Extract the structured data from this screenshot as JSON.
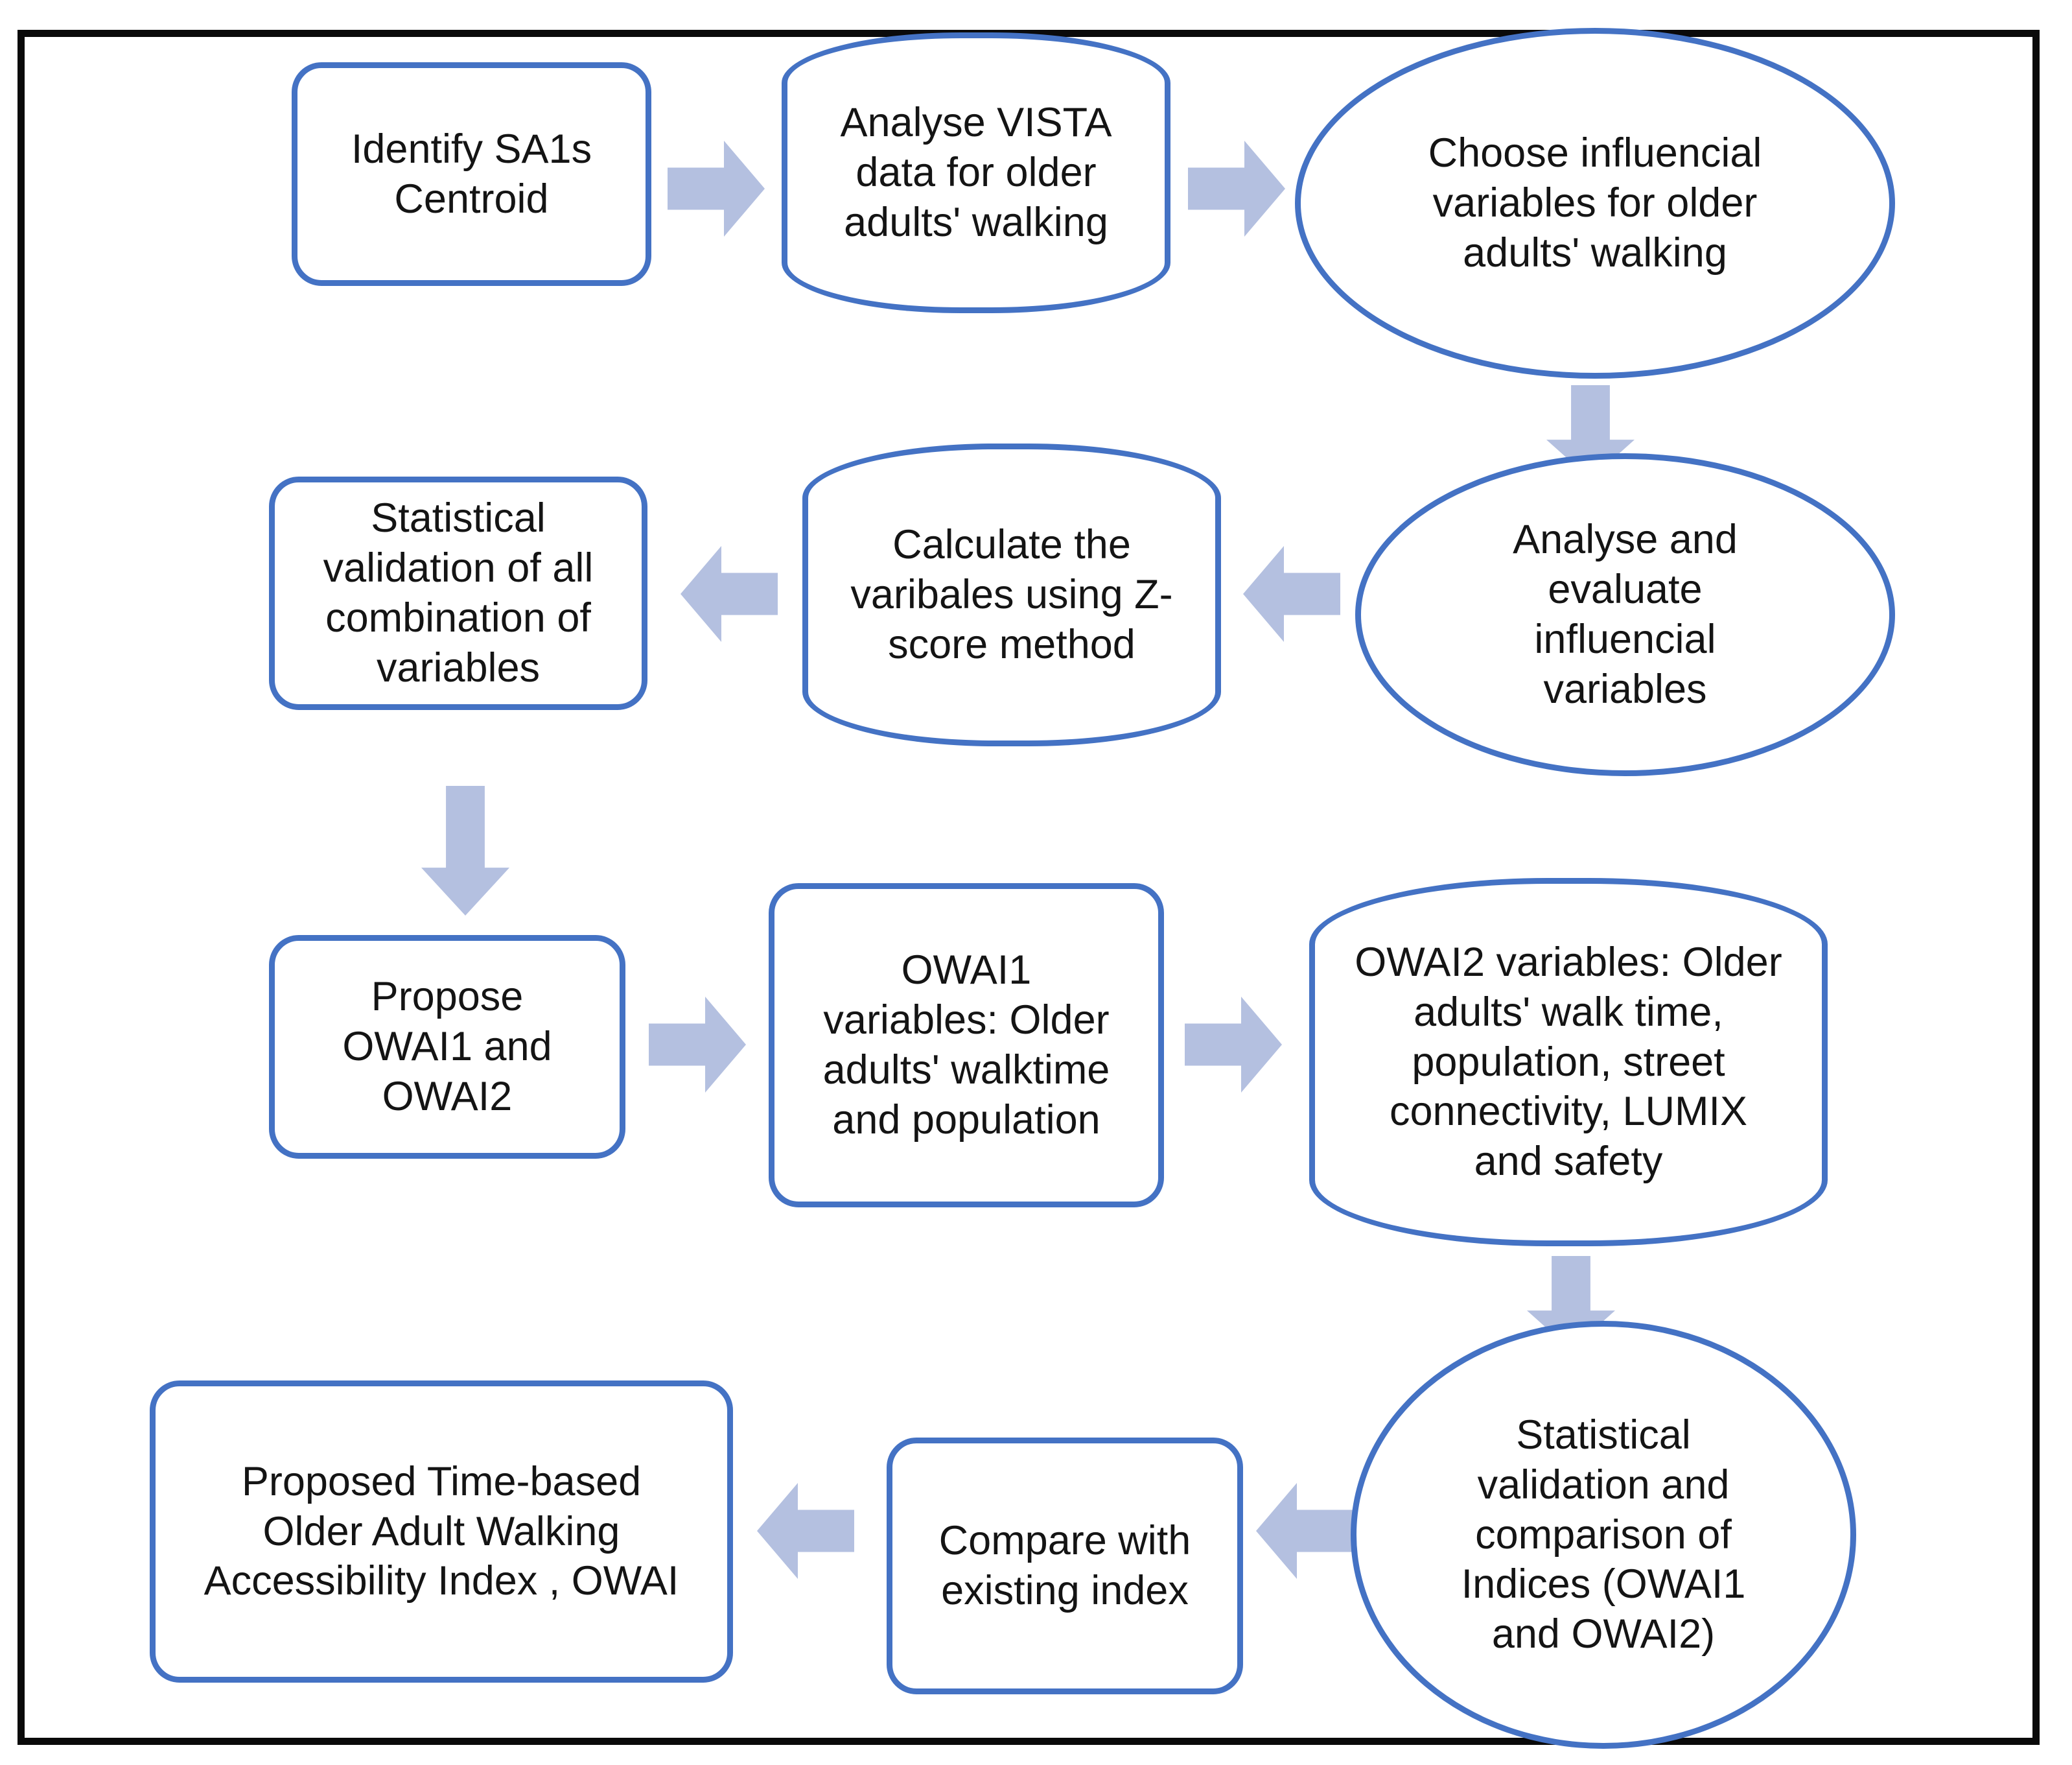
{
  "diagram": {
    "title": "Research methodology flowchart for the Older adults Walking Accessibility Index (OWAI)",
    "colors": {
      "shape_outline": "#4472C4",
      "arrow_fill": "#B4C0E0",
      "frame": "#0A0A0A",
      "text": "#141414",
      "background": "#FFFFFF"
    },
    "nodes": [
      {
        "id": "identify-sa1s-centroid",
        "shape": "rounded-rectangle",
        "text": "Identify SA1s\nCentroid"
      },
      {
        "id": "analyse-vista-data",
        "shape": "preparation",
        "text": "Analyse VISTA\ndata for older\nadults' walking"
      },
      {
        "id": "choose-influencial-variables",
        "shape": "ellipse",
        "text": "Choose influencial\nvariables for older\nadults' walking"
      },
      {
        "id": "analyse-evaluate-influencial-variables",
        "shape": "ellipse",
        "text": "Analyse and\nevaluate\ninfluencial\nvariables"
      },
      {
        "id": "calculate-variables-zscore",
        "shape": "preparation",
        "text": "Calculate the\nvaribales using Z-\nscore method"
      },
      {
        "id": "statistical-validation-combinations",
        "shape": "rounded-rectangle",
        "text": "Statistical\nvalidation of all\ncombination of\nvariables"
      },
      {
        "id": "propose-owai1-owai2",
        "shape": "rounded-rectangle",
        "text": "Propose\nOWAI1 and\nOWAI2"
      },
      {
        "id": "owai1-variables",
        "shape": "rounded-rectangle",
        "text": "OWAI1\nvariables: Older\nadults' walktime\nand population"
      },
      {
        "id": "owai2-variables",
        "shape": "preparation",
        "text": "OWAI2 variables: Older\nadults' walk time,\npopulation, street\nconnectivity, LUMIX\nand safety"
      },
      {
        "id": "statistical-validation-comparison-indices",
        "shape": "ellipse",
        "text": "Statistical\nvalidation and\ncomparison of\nIndices (OWAI1\nand OWAI2)"
      },
      {
        "id": "compare-with-existing-index",
        "shape": "rounded-rectangle",
        "text": "Compare with\nexisting index"
      },
      {
        "id": "proposed-owai",
        "shape": "rounded-rectangle",
        "text": "Proposed Time-based\nOlder Adult Walking\nAccessibility Index , OWAI"
      }
    ],
    "connectors": [
      {
        "id": "arrow-1",
        "direction": "right",
        "from": "identify-sa1s-centroid",
        "to": "analyse-vista-data"
      },
      {
        "id": "arrow-2",
        "direction": "right",
        "from": "analyse-vista-data",
        "to": "choose-influencial-variables"
      },
      {
        "id": "arrow-3",
        "direction": "down",
        "from": "choose-influencial-variables",
        "to": "analyse-evaluate-influencial-variables"
      },
      {
        "id": "arrow-4",
        "direction": "left",
        "from": "analyse-evaluate-influencial-variables",
        "to": "calculate-variables-zscore"
      },
      {
        "id": "arrow-5",
        "direction": "left",
        "from": "calculate-variables-zscore",
        "to": "statistical-validation-combinations"
      },
      {
        "id": "arrow-6",
        "direction": "down",
        "from": "statistical-validation-combinations",
        "to": "propose-owai1-owai2"
      },
      {
        "id": "arrow-7",
        "direction": "right",
        "from": "propose-owai1-owai2",
        "to": "owai1-variables"
      },
      {
        "id": "arrow-8",
        "direction": "right",
        "from": "owai1-variables",
        "to": "owai2-variables"
      },
      {
        "id": "arrow-9",
        "direction": "down",
        "from": "owai2-variables",
        "to": "statistical-validation-comparison-indices"
      },
      {
        "id": "arrow-10",
        "direction": "left",
        "from": "statistical-validation-comparison-indices",
        "to": "compare-with-existing-index"
      },
      {
        "id": "arrow-11",
        "direction": "left",
        "from": "compare-with-existing-index",
        "to": "proposed-owai"
      }
    ]
  }
}
